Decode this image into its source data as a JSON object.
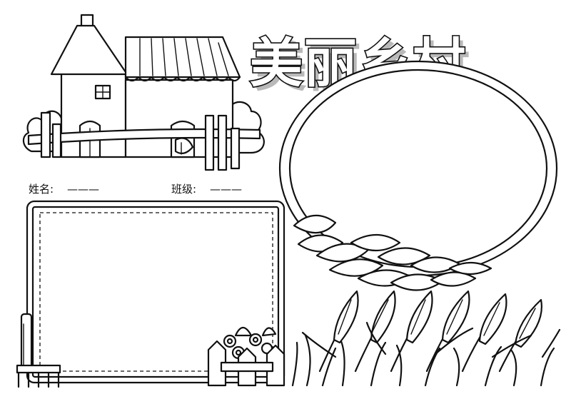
{
  "title": {
    "text": "美丽乡村"
  },
  "form": {
    "name_label": "姓名:",
    "name_blank": "———",
    "class_label": "班级:",
    "class_blank": "———"
  }
}
